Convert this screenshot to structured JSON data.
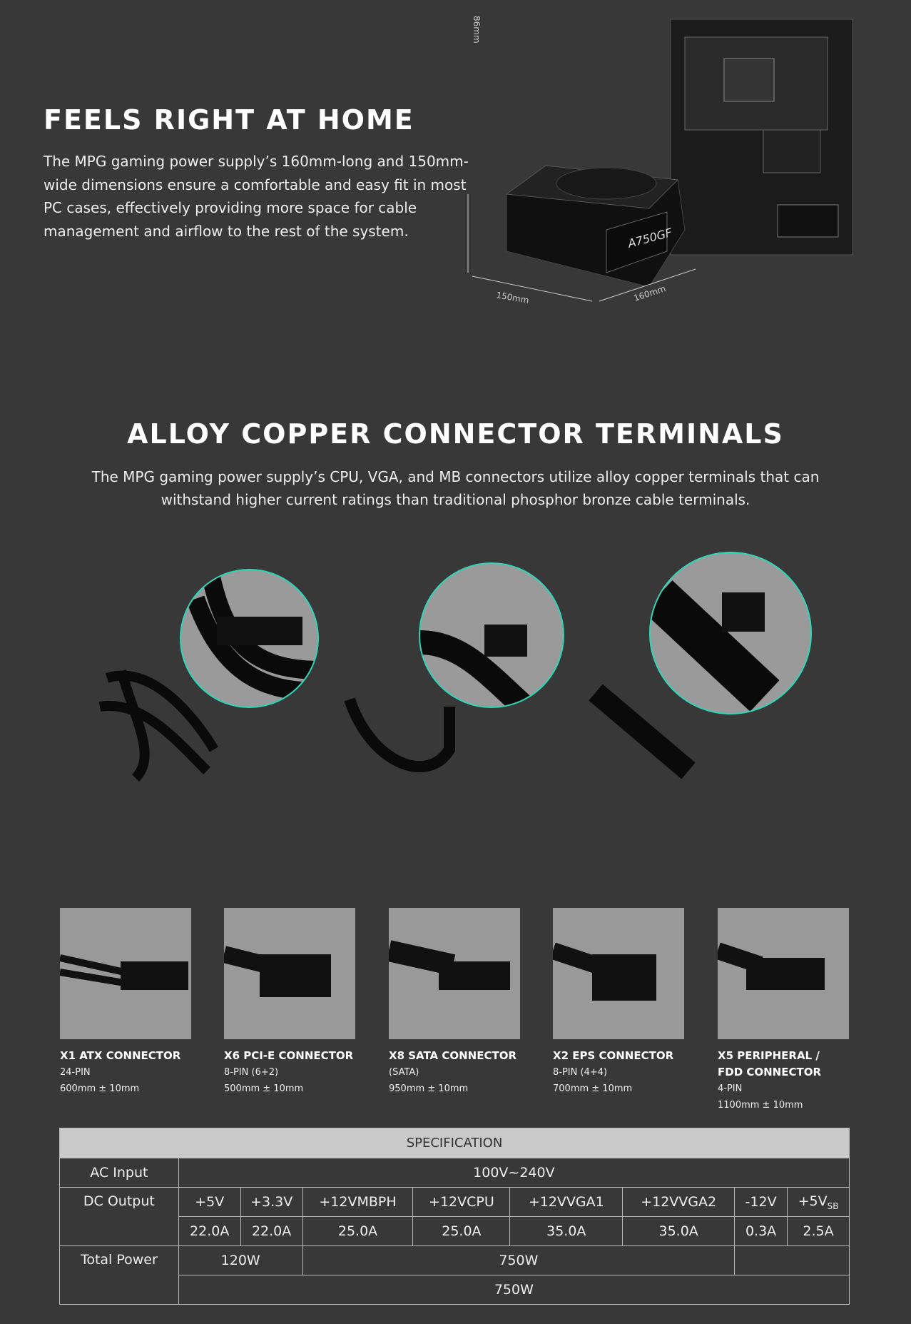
{
  "section1": {
    "title": "FEELS RIGHT AT HOME",
    "body": "The MPG gaming power supply’s 160mm-long and 150mm-wide dimensions ensure a comfortable and easy fit in most PC cases, effectively providing more space for cable management and airflow to the rest of the system.",
    "dims": {
      "height": "86mm",
      "width": "150mm",
      "length": "160mm"
    },
    "model": "A750GF"
  },
  "section2": {
    "title": "ALLOY COPPER CONNECTOR TERMINALS",
    "body": "The MPG gaming power supply’s CPU, VGA, and MB connectors utilize alloy copper terminals that can withstand higher current ratings than traditional phosphor bronze cable terminals."
  },
  "connectors": [
    {
      "name": "X1 ATX CONNECTOR",
      "pins": "24-PIN",
      "length": "600mm ± 10mm"
    },
    {
      "name": "X6 PCI-E CONNECTOR",
      "pins": "8-PIN (6+2)",
      "length": "500mm ± 10mm"
    },
    {
      "name": "X8 SATA CONNECTOR",
      "pins": "(SATA)",
      "length": "950mm ± 10mm"
    },
    {
      "name": "X2 EPS CONNECTOR",
      "pins": "8-PIN (4+4)",
      "length": "700mm ± 10mm"
    },
    {
      "name": "X5 PERIPHERAL / FDD CONNECTOR",
      "pins": "4-PIN",
      "length": "1100mm ± 10mm"
    }
  ],
  "spec": {
    "title": "SPECIFICATION",
    "ac_label": "AC Input",
    "ac_value": "100V~240V",
    "dc_label": "DC Output",
    "rails": [
      "+5V",
      "+3.3V",
      "+12VMBPH",
      "+12VCPU",
      "+12VVGA1",
      "+12VVGA2",
      "-12V",
      "+5V"
    ],
    "sb": "SB",
    "currents": [
      "22.0A",
      "22.0A",
      "25.0A",
      "25.0A",
      "35.0A",
      "35.0A",
      "0.3A",
      "2.5A"
    ],
    "total_label": "Total Power",
    "p_5v33": "120W",
    "p_12v": "750W",
    "p_total": "750W"
  }
}
